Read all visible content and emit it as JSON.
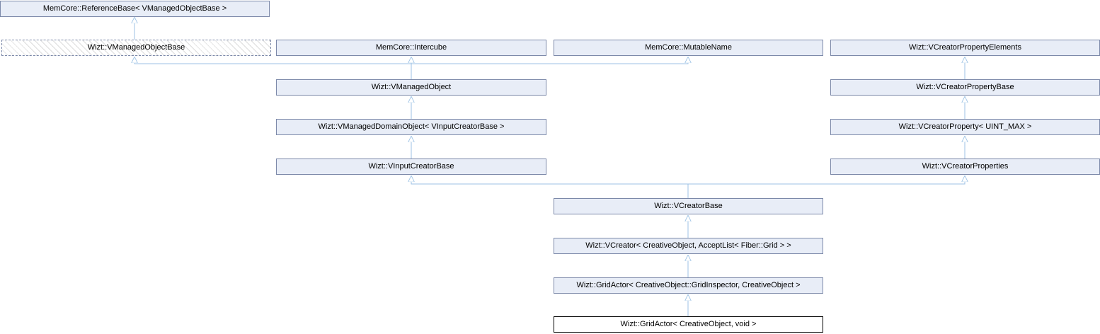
{
  "diagram": {
    "type": "class-inheritance-graph",
    "nodes": [
      {
        "id": "reference-base",
        "label": "MemCore::ReferenceBase< VManagedObjectBase >",
        "style": "normal"
      },
      {
        "id": "vmanaged-object-base",
        "label": "Wizt::VManagedObjectBase",
        "style": "truncated"
      },
      {
        "id": "intercube",
        "label": "MemCore::Intercube",
        "style": "normal"
      },
      {
        "id": "mutable-name",
        "label": "MemCore::MutableName",
        "style": "normal"
      },
      {
        "id": "vcreator-property-elements",
        "label": "Wizt::VCreatorPropertyElements",
        "style": "normal"
      },
      {
        "id": "vmanaged-object",
        "label": "Wizt::VManagedObject",
        "style": "normal"
      },
      {
        "id": "vcreator-property-base",
        "label": "Wizt::VCreatorPropertyBase",
        "style": "normal"
      },
      {
        "id": "vmanaged-domain-object",
        "label": "Wizt::VManagedDomainObject< VInputCreatorBase >",
        "style": "normal"
      },
      {
        "id": "vcreator-property",
        "label": "Wizt::VCreatorProperty< UINT_MAX >",
        "style": "normal"
      },
      {
        "id": "vinput-creator-base",
        "label": "Wizt::VInputCreatorBase",
        "style": "normal"
      },
      {
        "id": "vcreator-properties",
        "label": "Wizt::VCreatorProperties",
        "style": "normal"
      },
      {
        "id": "vcreator-base",
        "label": "Wizt::VCreatorBase",
        "style": "normal"
      },
      {
        "id": "vcreator",
        "label": "Wizt::VCreator< CreativeObject, AcceptList< Fiber::Grid > >",
        "style": "normal"
      },
      {
        "id": "grid-actor-inspector",
        "label": "Wizt::GridActor< CreativeObject::GridInspector, CreativeObject >",
        "style": "normal"
      },
      {
        "id": "grid-actor-main",
        "label": "Wizt::GridActor< CreativeObject, void >",
        "style": "main"
      }
    ],
    "edges": [
      {
        "derived": "vmanaged-object-base",
        "base": "reference-base"
      },
      {
        "derived": "vmanaged-object",
        "base": "vmanaged-object-base"
      },
      {
        "derived": "vmanaged-object",
        "base": "intercube"
      },
      {
        "derived": "vmanaged-object",
        "base": "mutable-name"
      },
      {
        "derived": "vcreator-property-base",
        "base": "vcreator-property-elements"
      },
      {
        "derived": "vmanaged-domain-object",
        "base": "vmanaged-object"
      },
      {
        "derived": "vcreator-property",
        "base": "vcreator-property-base"
      },
      {
        "derived": "vinput-creator-base",
        "base": "vmanaged-domain-object"
      },
      {
        "derived": "vcreator-properties",
        "base": "vcreator-property"
      },
      {
        "derived": "vcreator-base",
        "base": "vinput-creator-base"
      },
      {
        "derived": "vcreator-base",
        "base": "vcreator-properties"
      },
      {
        "derived": "vcreator",
        "base": "vcreator-base"
      },
      {
        "derived": "grid-actor-inspector",
        "base": "vcreator"
      },
      {
        "derived": "grid-actor-main",
        "base": "grid-actor-inspector"
      }
    ],
    "colors": {
      "node_fill": "#E8EDF7",
      "node_border": "#7C89A9",
      "edge": "#9CC2E5",
      "main_border": "#000000"
    }
  }
}
